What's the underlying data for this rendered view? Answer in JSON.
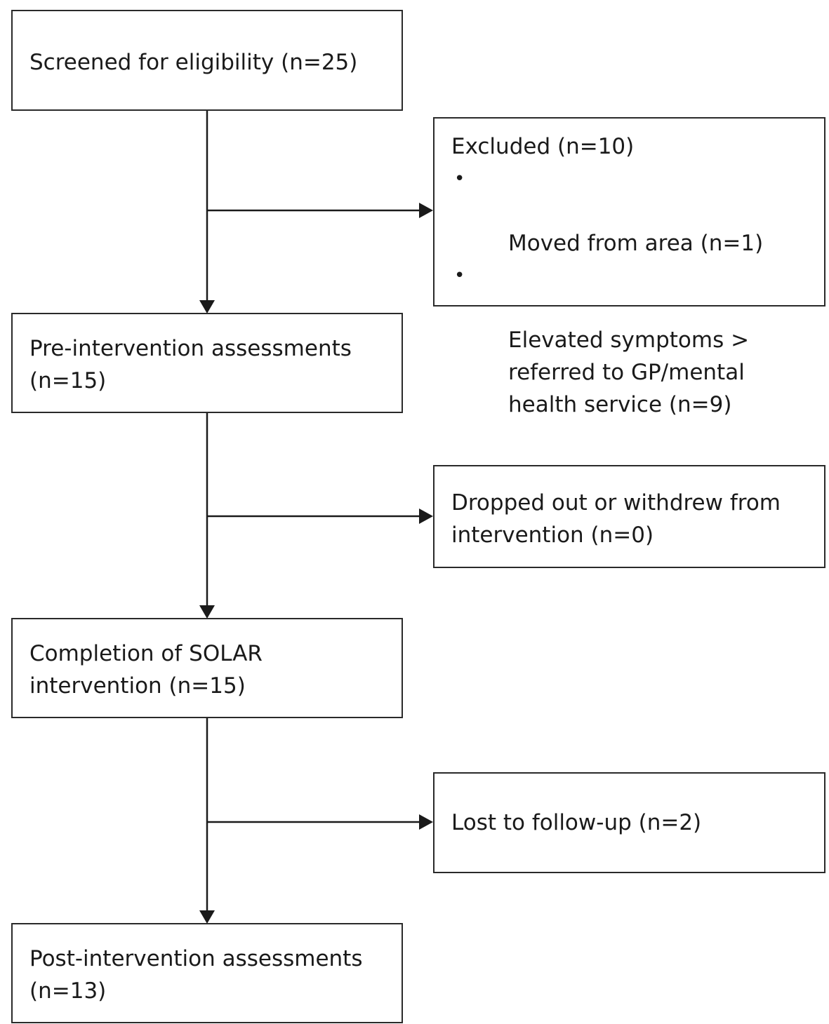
{
  "flow": {
    "main": [
      {
        "text": "Screened for eligibility (n=25)"
      },
      {
        "text": "Pre-intervention assessments\n(n=15)"
      },
      {
        "text": "Completion of SOLAR\nintervention (n=15)"
      },
      {
        "text": "Post-intervention assessments\n(n=13)"
      }
    ],
    "side": [
      {
        "heading": "Excluded (n=10)",
        "bullets": [
          "Moved from area (n=1)",
          "Elevated symptoms >\nreferred to GP/mental\nhealth service (n=9)"
        ]
      },
      {
        "text": "Dropped out or withdrew from\nintervention (n=0)"
      },
      {
        "text": "Lost to follow-up (n=2)"
      }
    ],
    "bullet_symbol": "•"
  },
  "colors": {
    "line": "#1a1a1a",
    "border": "#2a2a2a",
    "text": "#1a1a1a"
  }
}
